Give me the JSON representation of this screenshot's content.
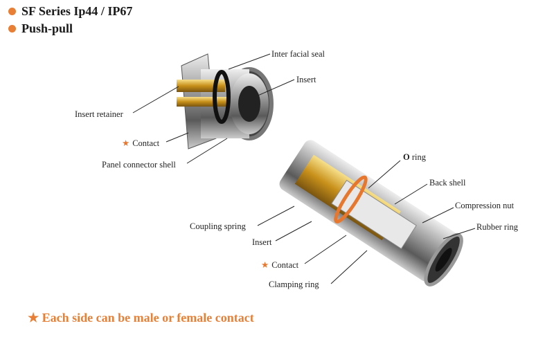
{
  "headings": [
    "SF Series Ip44 / IP67",
    "Push-pull"
  ],
  "panel_labels": {
    "interfacial_seal": "Inter facial seal",
    "insert": "Insert",
    "insert_retainer": "Insert retainer",
    "contact": "Contact",
    "panel_shell": "Panel connector shell"
  },
  "plug_labels": {
    "o_ring": "ring",
    "o_ring_prefix": "O",
    "back_shell": "Back shell",
    "compression_nut": "Compression nut",
    "rubber_ring": "Rubber ring",
    "coupling_spring": "Coupling  spring",
    "insert": "Insert",
    "contact": "Contact",
    "clamping_ring": "Clamping ring"
  },
  "star": "★",
  "footer": "Each side can be male or female contact",
  "colors": {
    "accent": "#e87f35",
    "gold": "#d9a520",
    "metal": "#9a9a9a"
  }
}
